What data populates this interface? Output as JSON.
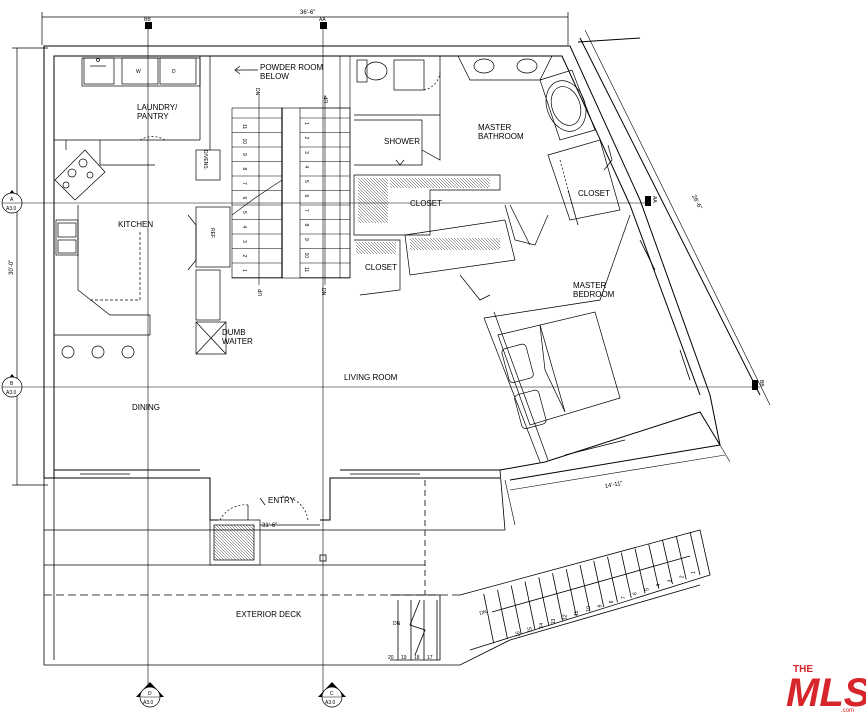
{
  "dimensions": {
    "overall_width": "36'-6\"",
    "overall_depth": "30'-0\"",
    "bedroom_depth": "26'-6\"",
    "bedroom_width": "14'-11\"",
    "entry_width": "31'-6\""
  },
  "rooms": {
    "laundry": "LAUNDRY/",
    "pantry": "PANTRY",
    "powder_room": "POWDER ROOM",
    "powder_below": "BELOW",
    "master_bath_1": "MASTER",
    "master_bath_2": "BATHROOM",
    "shower": "SHOWER",
    "closet_1": "CLOSET",
    "closet_2": "CLOSET",
    "closet_3": "CLOSET",
    "kitchen": "KITCHEN",
    "master_bed_1": "MASTER",
    "master_bed_2": "BEDROOM",
    "dumb_waiter_1": "DUMB",
    "dumb_waiter_2": "WAITER",
    "living_room": "LIVING ROOM",
    "dining": "DINING",
    "entry": "ENTRY",
    "exterior_deck": "EXTERIOR DECK"
  },
  "appliances": {
    "washer": "W",
    "dryer": "D",
    "dw_vens": "D/VENS.",
    "refrigerator": "REF."
  },
  "stairs": {
    "dn_left": "DN",
    "up_left": "UP",
    "up_right": "UP",
    "dn_right": "DN",
    "deck_dn": "DN",
    "deck_dn2": "DN",
    "left_steps": [
      "1",
      "2",
      "3",
      "4",
      "5",
      "6",
      "7",
      "8",
      "9",
      "10",
      "11"
    ],
    "right_steps": [
      "1",
      "2",
      "3",
      "4",
      "5",
      "6",
      "7",
      "8",
      "9",
      "10",
      "11"
    ],
    "exterior_upper": [
      "1",
      "2",
      "3",
      "4",
      "5",
      "6",
      "7",
      "8",
      "9",
      "10",
      "11",
      "12",
      "13",
      "14",
      "15",
      "16"
    ],
    "exterior_lower": [
      "17",
      "18",
      "19",
      "20"
    ]
  },
  "grid_markers": {
    "a": {
      "letter": "A",
      "sheet": "A3.0"
    },
    "b": {
      "letter": "B",
      "sheet": "A3.0"
    },
    "c": {
      "letter": "C",
      "sheet": "A3.0"
    },
    "d": {
      "letter": "D",
      "sheet": "A3.0"
    },
    "bb_top": "BB",
    "aa_top": "AA",
    "aa_right": "AA",
    "bb_right": "BB"
  },
  "logo": {
    "the": "THE",
    "mls": "MLS",
    "com": ".com"
  },
  "colors": {
    "line": "#000000",
    "logo": "#d6262b"
  }
}
